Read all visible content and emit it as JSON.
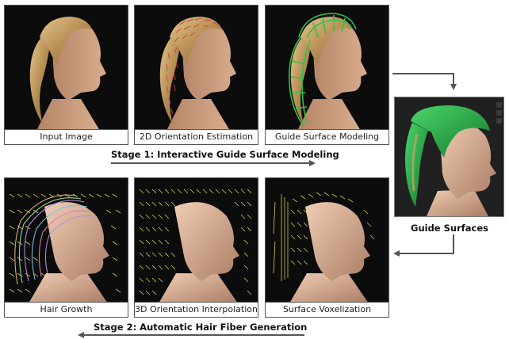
{
  "stage1": {
    "label": "Stage 1: Interactive Guide Surface Modeling",
    "panels": [
      {
        "caption": "Input Image"
      },
      {
        "caption": "2D Orientation Estimation"
      },
      {
        "caption": "Guide Surface Modeling"
      }
    ]
  },
  "guide": {
    "label": "Guide Surfaces"
  },
  "stage2": {
    "label": "Stage 2: Automatic Hair Fiber Generation",
    "panels": [
      {
        "caption": "Hair Growth"
      },
      {
        "caption": "3D Orientation Interpolation"
      },
      {
        "caption": "Surface Voxelization"
      }
    ]
  },
  "colors": {
    "background_dark": "#0c0c0c",
    "hair_blonde": "#c9a46a",
    "skin": "#c99a7a",
    "orientation_red": "#d83a3a",
    "guide_green": "#2fc24a",
    "vector_yellow": "#e6e24a"
  }
}
